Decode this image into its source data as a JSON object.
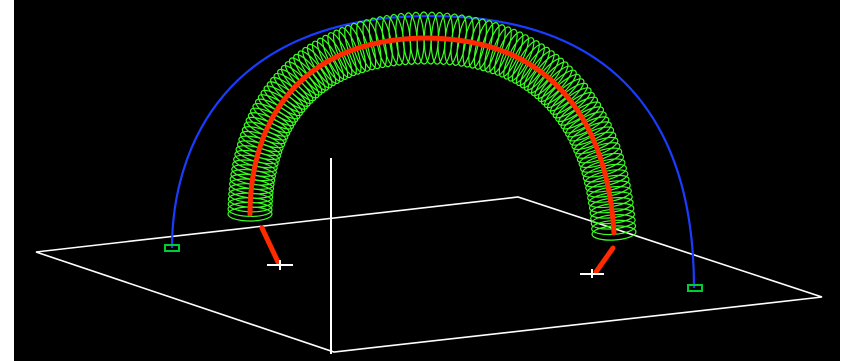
{
  "scene": {
    "background_color": "#000000",
    "frame_color": "#ffffff",
    "colors": {
      "ground_plane": "#ffffff",
      "axis_line": "#ffffff",
      "coil_wire": "#3cff22",
      "coil_core": "#ff2a00",
      "outer_arc": "#1a3cff",
      "anchor_marker": "#00cc33",
      "foot_marker": "#ffffff"
    },
    "objects": [
      "ground-plane",
      "vertical-axis",
      "helical-coil",
      "coil-core-curve",
      "outer-arc-curve",
      "coil-feet",
      "arc-anchors"
    ]
  }
}
